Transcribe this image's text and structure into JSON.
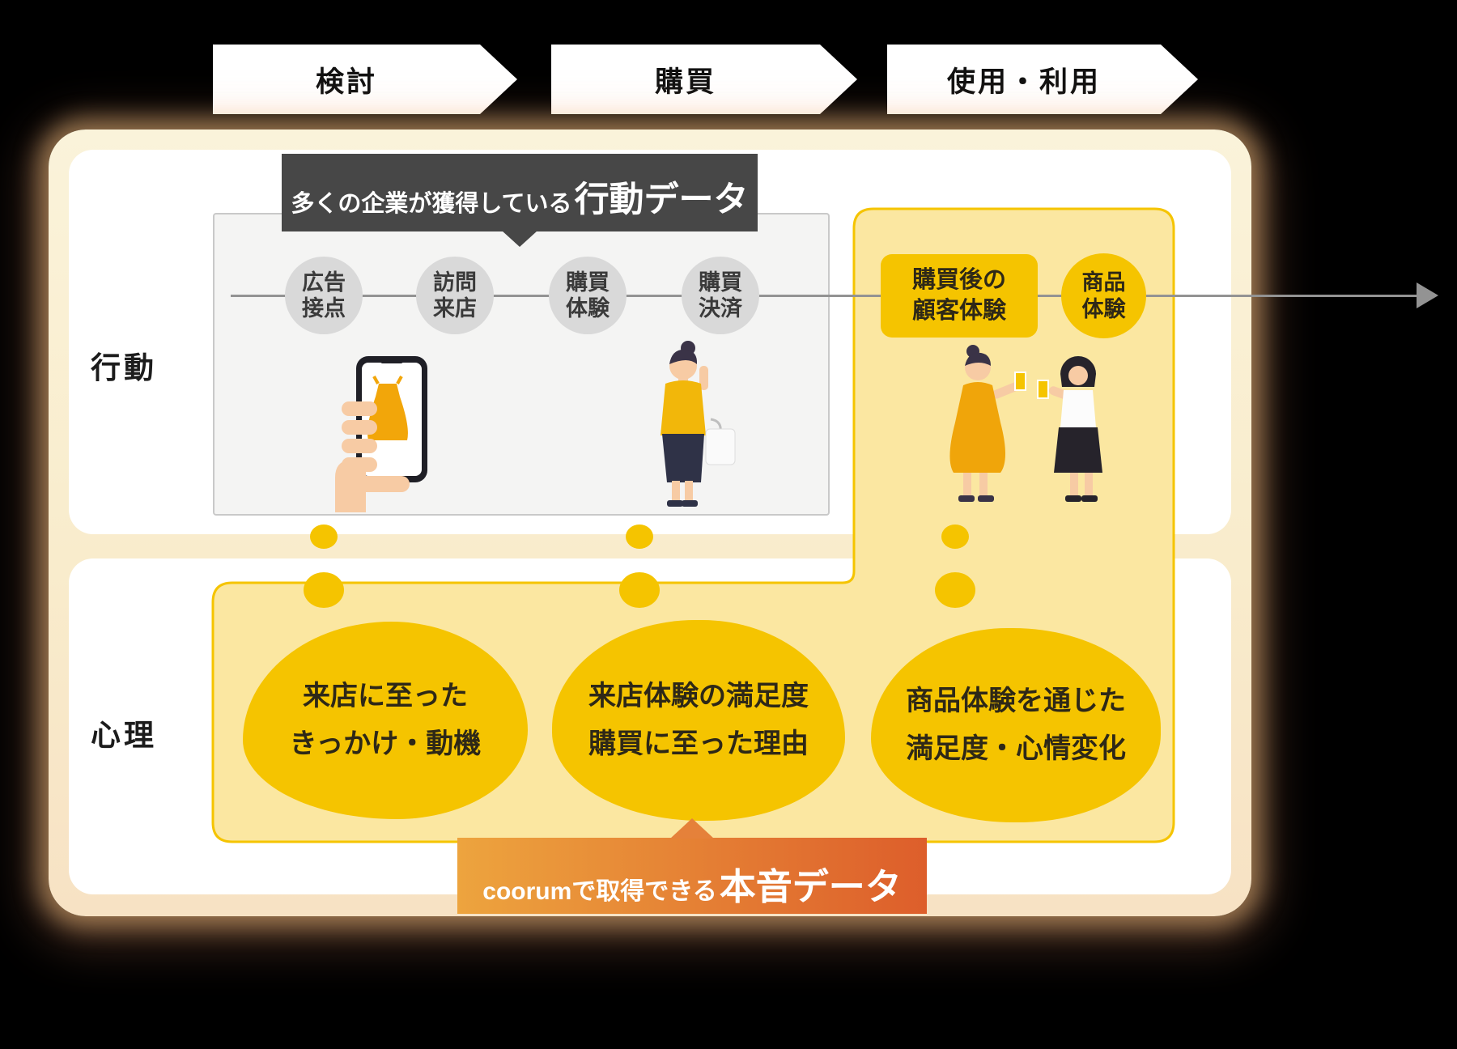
{
  "stages": [
    {
      "label": "検討"
    },
    {
      "label": "購買"
    },
    {
      "label": "使用・利用"
    }
  ],
  "rows": {
    "behavior": "行動",
    "psychology": "心理"
  },
  "behavior_box": {
    "title_prefix": "多くの企業が獲得している",
    "title_emphasis": "行動データ"
  },
  "timeline": {
    "nodes": [
      {
        "line1": "広告",
        "line2": "接点"
      },
      {
        "line1": "訪問",
        "line2": "来店"
      },
      {
        "line1": "購買",
        "line2": "体験"
      },
      {
        "line1": "購買",
        "line2": "決済"
      }
    ],
    "post_purchase": {
      "line1": "購買後の",
      "line2": "顧客体験"
    },
    "product_node": {
      "line1": "商品",
      "line2": "体験"
    }
  },
  "psychology": {
    "blobs": [
      {
        "line1": "来店に至った",
        "line2": "きっかけ・動機"
      },
      {
        "line1": "来店体験の満足度",
        "line2": "購買に至った理由"
      },
      {
        "line1": "商品体験を通じた",
        "line2": "満足度・心情変化"
      }
    ]
  },
  "banner": {
    "prefix": "coorumで取得できる",
    "emphasis": "本音データ"
  },
  "illustrations": [
    {
      "name": "phone-in-hand"
    },
    {
      "name": "shopper-woman"
    },
    {
      "name": "customers-toasting"
    }
  ],
  "colors": {
    "accent_yellow": "#F5C400",
    "panel_yellow": "#FBE7A1",
    "gray_node": "#D9D9D9",
    "dark_label_bg": "#474747",
    "banner_gradient_start": "#EDA43E",
    "banner_gradient_end": "#DD5E2B"
  }
}
